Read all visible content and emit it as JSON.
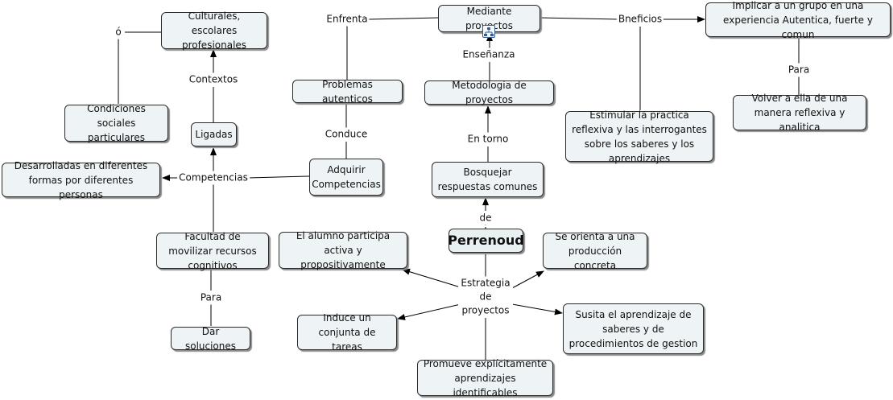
{
  "nodes": {
    "mediante": "Mediante proyectos",
    "implicar": "Implicar a un grupo en una experiencia Autentica, fuerte y comun",
    "culturales": "Culturales, escolares profesionales",
    "condiciones": "Condiciones sociales particulares",
    "ligadas": "Ligadas",
    "problemas": "Problemas autenticos",
    "metodologia": "Metodologia de proyectos",
    "estimular": "Estimular la practica reflexiva y las interrogantes sobre los saberes y los aprendizajes",
    "volver": "Volver a ella de una manera reflexiva y analitica",
    "desarrolladas": "Desarrolladas en diferentes formas por diferentes personas",
    "adquirir": "Adquirir Competencias",
    "bosquejar": "Bosquejar respuestas comunes",
    "facultad": "Facultad de movilizar recursos cognitivos",
    "perrenoud": "Perrenoud",
    "alumno": "El alumno participa activa y propositivamente",
    "orienta": "Se orienta a una producción concreta",
    "induce": "Induce un conjunta de tareas",
    "susita": "Susita el aprendizaje de saberes y de procedimientos de gestion",
    "dar": "Dar soluciones",
    "promueve": "Promueve explícitamente aprendizajes identificables"
  },
  "links": {
    "enfrenta": "Enfrenta",
    "bneficios": "Bneficios",
    "o": "ó",
    "contextos": "Contextos",
    "ensenanza": "Enseñanza",
    "para_top": "Para",
    "conduce": "Conduce",
    "en_torno": "En torno",
    "competencias": "Competencias",
    "de": "de",
    "estrategia": "Estrategia de proyectos",
    "para_bottom": "Para"
  },
  "icons": {
    "concept_map": "concept-map-icon"
  },
  "colors": {
    "node_fill": "#eef3f5",
    "node_border": "#2b2b2b",
    "line": "#000000"
  }
}
